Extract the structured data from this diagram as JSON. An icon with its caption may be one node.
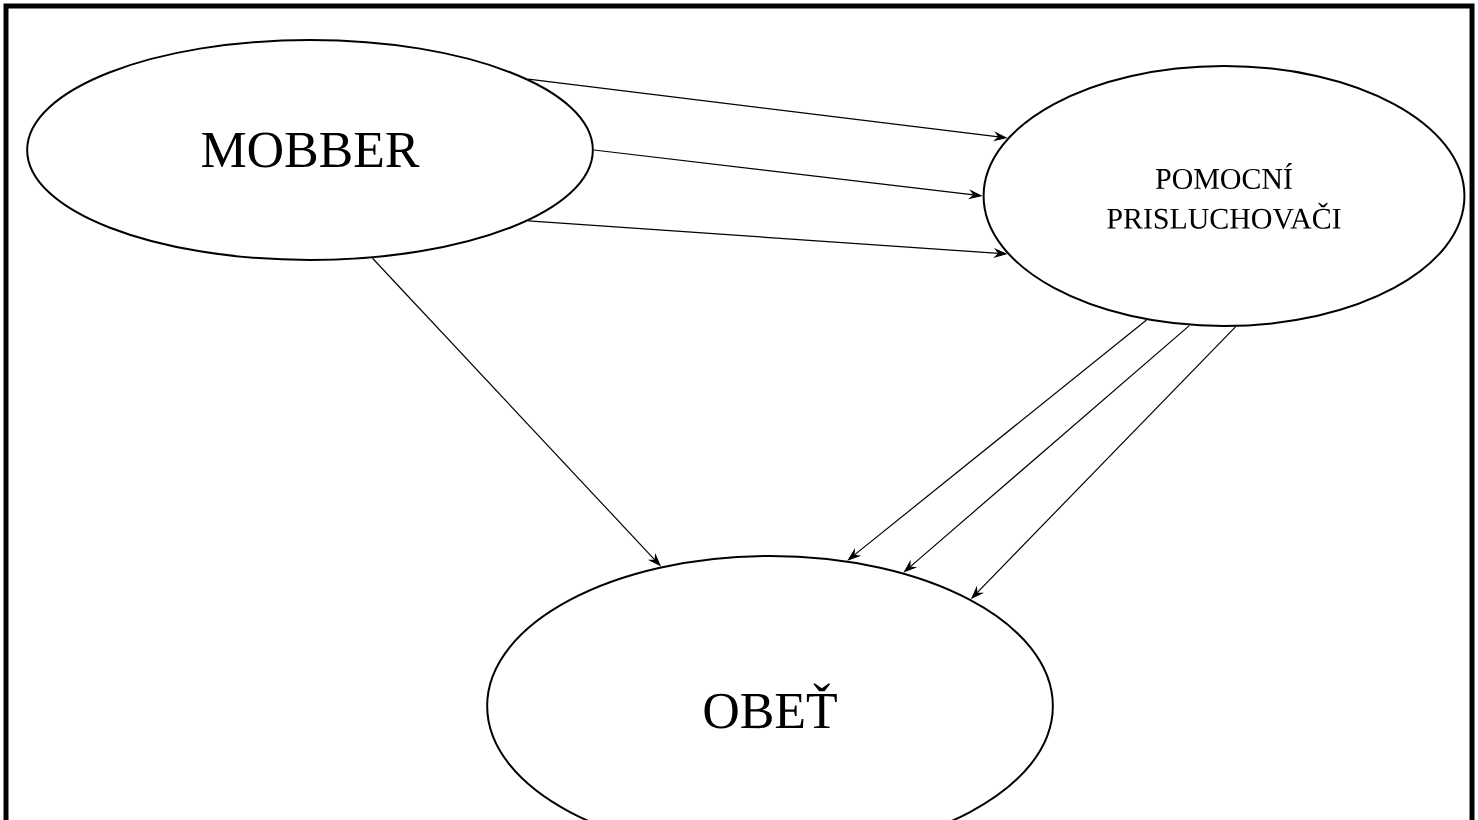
{
  "diagram": {
    "nodes": [
      {
        "text": [
          "MOBBER"
        ]
      },
      {
        "text": [
          "POMOCNÍ PRISLUCHOVAČI"
        ]
      },
      {
        "text": [
          "OBEŤ"
        ]
      }
    ],
    "edges": [
      {
        "from": 0,
        "to": 1,
        "arrow": "to"
      },
      {
        "from": 0,
        "to": 1,
        "arrow": "to"
      },
      {
        "from": 0,
        "to": 1,
        "arrow": "to"
      },
      {
        "from": 0,
        "to": 2,
        "arrow": "to"
      },
      {
        "from": 1,
        "to": 2,
        "arrow": "to"
      },
      {
        "from": 1,
        "to": 2,
        "arrow": "to"
      },
      {
        "from": 1,
        "to": 2,
        "arrow": "to"
      }
    ]
  }
}
